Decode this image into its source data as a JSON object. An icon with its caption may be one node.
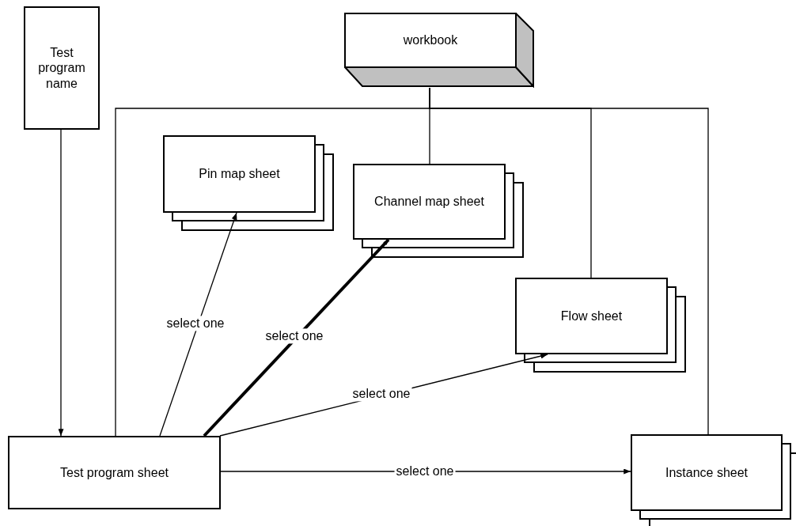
{
  "diagram": {
    "nodes": [
      {
        "text": [
          "Test program name"
        ]
      },
      {
        "text": [
          "workbook"
        ]
      },
      {
        "text": [
          "Pin map sheet"
        ]
      },
      {
        "text": [
          "Channel map sheet"
        ]
      },
      {
        "text": [
          "Flow sheet"
        ]
      },
      {
        "text": [
          "Test program sheet"
        ]
      },
      {
        "text": [
          "Instance sheet"
        ]
      }
    ],
    "edges": [
      {
        "from": 0,
        "to": 5,
        "arrow": "to"
      },
      {
        "from": 1,
        "to": 3,
        "arrow": "none"
      },
      {
        "from": 1,
        "to": 5,
        "arrow": "none"
      },
      {
        "from": 1,
        "to": 4,
        "arrow": "none"
      },
      {
        "from": 1,
        "to": 6,
        "arrow": "none"
      },
      {
        "from": 5,
        "to": 2,
        "arrow": "to",
        "label": "select one"
      },
      {
        "from": 5,
        "to": 3,
        "arrow": "to",
        "label": "select one",
        "style": "thick"
      },
      {
        "from": 5,
        "to": 4,
        "arrow": "to",
        "label": "select one"
      },
      {
        "from": 5,
        "to": 6,
        "arrow": "to",
        "label": "select one"
      }
    ]
  }
}
